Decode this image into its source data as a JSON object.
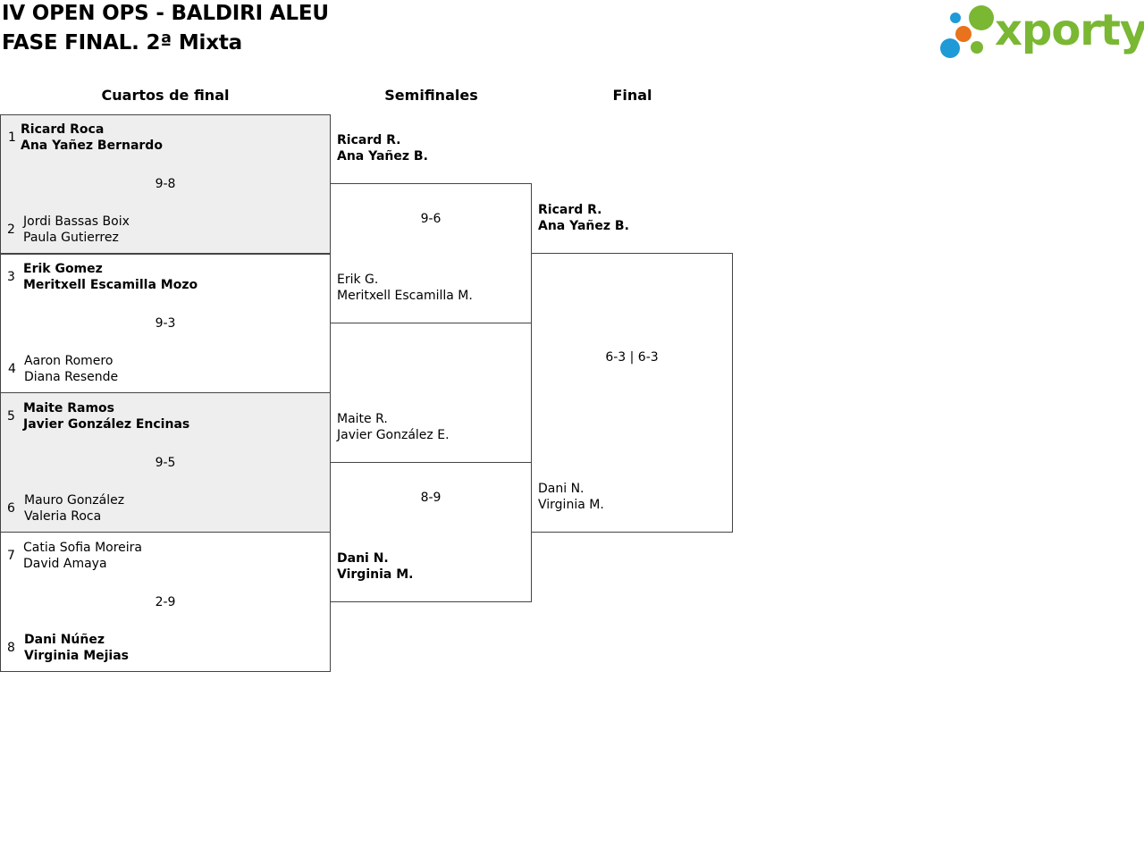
{
  "header": {
    "title_line1": "IV OPEN OPS - BALDIRI ALEU",
    "title_line2": "FASE FINAL. 2ª Mixta",
    "logo_text": "xporty",
    "logo_colors": {
      "green": "#7ab733",
      "blue": "#1e9ad6",
      "orange": "#e8731c"
    }
  },
  "rounds": {
    "quarterfinals": "Cuartos de final",
    "semifinals": "Semifinales",
    "final": "Final"
  },
  "quarterfinals": [
    {
      "score": "9-8",
      "top": {
        "seed": "1",
        "p1": "Ricard Roca",
        "p2": "Ana Yañez Bernardo"
      },
      "bottom": {
        "seed": "2",
        "p1": "Jordi Bassas Boix",
        "p2": "Paula Gutierrez"
      }
    },
    {
      "score": "9-3",
      "top": {
        "seed": "3",
        "p1": "Erik Gomez",
        "p2": "Meritxell Escamilla Mozo"
      },
      "bottom": {
        "seed": "4",
        "p1": "Aaron Romero",
        "p2": "Diana Resende"
      }
    },
    {
      "score": "9-5",
      "top": {
        "seed": "5",
        "p1": "Maite Ramos",
        "p2": "Javier González Encinas"
      },
      "bottom": {
        "seed": "6",
        "p1": "Mauro González",
        "p2": "Valeria Roca"
      }
    },
    {
      "score": "2-9",
      "top": {
        "seed": "7",
        "p1": "Catia Sofia Moreira",
        "p2": "David Amaya"
      },
      "bottom": {
        "seed": "8",
        "p1": "Dani Núñez",
        "p2": "Virginia Mejias"
      }
    }
  ],
  "semifinals": [
    {
      "score": "9-6",
      "top": {
        "p1": "Ricard R.",
        "p2": "Ana Yañez B."
      },
      "bottom": {
        "p1": "Erik G.",
        "p2": "Meritxell Escamilla M."
      }
    },
    {
      "score": "8-9",
      "top": {
        "p1": "Maite R.",
        "p2": "Javier González E."
      },
      "bottom": {
        "p1": "Dani N.",
        "p2": "Virginia M."
      }
    }
  ],
  "final": {
    "score": "6-3 | 6-3",
    "top": {
      "p1": "Ricard R.",
      "p2": "Ana Yañez B."
    },
    "bottom": {
      "p1": "Dani N.",
      "p2": "Virginia M."
    }
  }
}
